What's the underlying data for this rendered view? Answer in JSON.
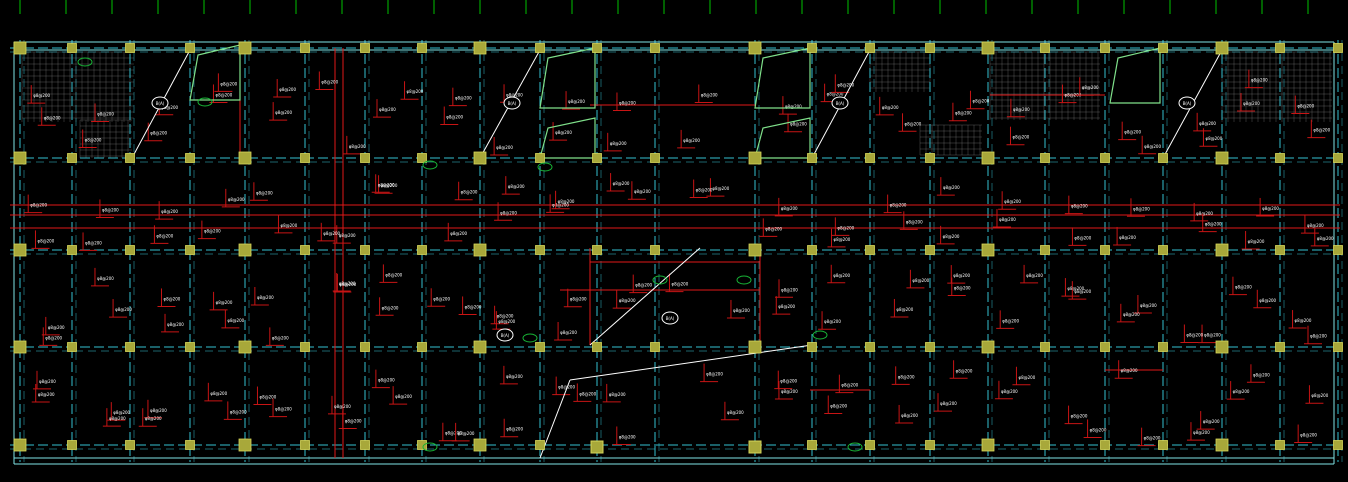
{
  "drawing": {
    "background": "#000000",
    "colors": {
      "grid_ticks": "#00c000",
      "wall": "#7fe3e6",
      "grid": "#35bfcf",
      "beam": "#e01818",
      "rebar": "#c81414",
      "column": "#a8a83a",
      "column_edge": "#d6d65a",
      "label": "#ffffff",
      "tag_green": "#18b436",
      "leader": "#ffffff",
      "hatch": "#9a9a9a",
      "stair": "#7fe08a"
    },
    "room_tags": [
      "B(A)",
      "B(A)",
      "B(A)",
      "B(A)",
      "B(A)",
      "B(A)"
    ],
    "slab_label": "φ8@200"
  }
}
